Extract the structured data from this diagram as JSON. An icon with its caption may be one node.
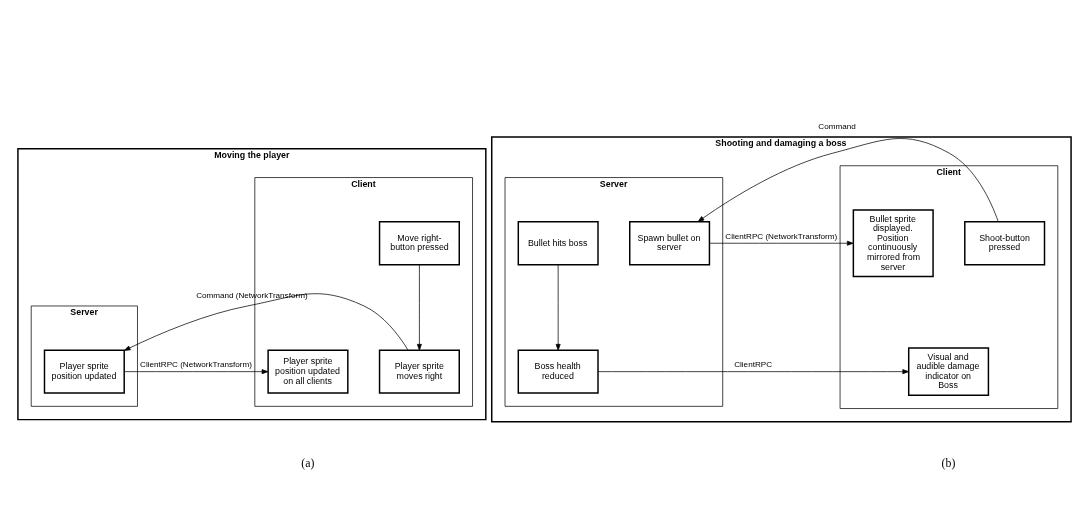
{
  "diagram": {
    "nodes": [
      {
        "text": [
          "Moving the player"
        ]
      },
      {
        "text": [
          "Client"
        ],
        "in": 0
      },
      {
        "text": [
          "Server"
        ],
        "in": 0
      },
      {
        "text": [
          "Move right-button pressed"
        ],
        "in": 1
      },
      {
        "text": [
          "Player sprite moves right"
        ],
        "in": 1
      },
      {
        "text": [
          "Player sprite position updated"
        ],
        "in": 2
      },
      {
        "text": [
          "Player sprite position updated on all clients"
        ],
        "in": 1
      },
      {
        "text": [
          "Shooting and damaging a boss"
        ]
      },
      {
        "text": [
          "Client"
        ],
        "in": 7
      },
      {
        "text": [
          "Server"
        ],
        "in": 7
      },
      {
        "text": [
          "Shoot-button pressed"
        ],
        "in": 8
      },
      {
        "text": [
          "Spawn bullet on server"
        ],
        "in": 9
      },
      {
        "text": [
          "Bullet sprite displayed. Position continuously mirrored from server"
        ],
        "in": 8
      },
      {
        "text": [
          "Bullet hits boss"
        ],
        "in": 9
      },
      {
        "text": [
          "Boss health reduced"
        ],
        "in": 9
      },
      {
        "text": [
          "Visual and audible damage indicator on Boss"
        ],
        "in": 8
      }
    ],
    "edges": [
      {
        "from": 3,
        "to": 4,
        "arrow": "to"
      },
      {
        "from": 4,
        "to": 5,
        "arrow": "to",
        "label": "Command (NetworkTransform)"
      },
      {
        "from": 5,
        "to": 6,
        "arrow": "to",
        "label": "ClientRPC (NetworkTransform)"
      },
      {
        "from": 10,
        "to": 11,
        "arrow": "to",
        "label": "Command"
      },
      {
        "from": 11,
        "to": 12,
        "arrow": "to",
        "label": "ClientRPC (NetworkTransform)"
      },
      {
        "from": 13,
        "to": 14,
        "arrow": "to"
      },
      {
        "from": 14,
        "to": 15,
        "arrow": "to",
        "label": "ClientRPC"
      }
    ],
    "labels": [
      "(a)",
      "(b)"
    ]
  }
}
